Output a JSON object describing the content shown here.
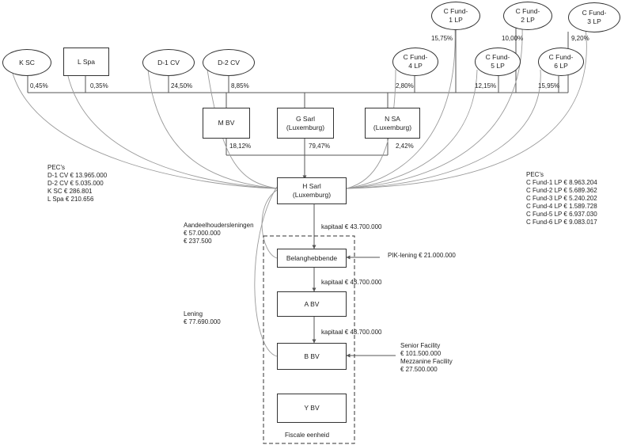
{
  "shareholders": {
    "k_sc": {
      "label": "K SC",
      "pct": "0,45%"
    },
    "l_spa": {
      "label": "L Spa",
      "pct": "0,35%"
    },
    "d1_cv": {
      "label": "D-1 CV",
      "pct": "24,50%"
    },
    "d2_cv": {
      "label": "D-2 CV",
      "pct": "8,85%"
    },
    "c_fund_1": {
      "line1": "C Fund-",
      "line2": "1 LP",
      "pct": "15,75%"
    },
    "c_fund_2": {
      "line1": "C Fund-",
      "line2": "2 LP",
      "pct": "10,00%"
    },
    "c_fund_3": {
      "line1": "C Fund-",
      "line2": "3 LP",
      "pct": "9,20%"
    },
    "c_fund_4": {
      "line1": "C Fund-",
      "line2": "4 LP",
      "pct": "2,80%"
    },
    "c_fund_5": {
      "line1": "C Fund-",
      "line2": "5 LP",
      "pct": "12,15%"
    },
    "c_fund_6": {
      "line1": "C Fund-",
      "line2": "6 LP",
      "pct": "15,95%"
    }
  },
  "entities": {
    "m_bv": {
      "label": "M BV",
      "pct": "18,12%"
    },
    "g_sarl": {
      "line1": "G Sarl",
      "line2": "(Luxemburg)",
      "pct": "79,47%"
    },
    "n_sa": {
      "line1": "N SA",
      "line2": "(Luxemburg)",
      "pct": "2,42%"
    },
    "h_sarl": {
      "line1": "H Sarl",
      "line2": "(Luxemburg)"
    },
    "belanghebbende": {
      "label": "Belanghebbende"
    },
    "a_bv": {
      "label": "A BV"
    },
    "b_bv": {
      "label": "B BV"
    },
    "y_bv": {
      "label": "Y BV"
    },
    "fiscale_eenheid": "Fiscale eenheid"
  },
  "pecs_left": {
    "title": "PEC's",
    "lines": [
      "D-1 CV € 13.965.000",
      "D-2 CV € 5.035.000",
      "K SC € 286.801",
      "L Spa € 210.656"
    ]
  },
  "pecs_right": {
    "title": "PEC's",
    "lines": [
      "C Fund-1 LP € 8.963.204",
      "C Fund-2 LP € 5.689.362",
      "C Fund-3 LP € 5.240.202",
      "C Fund-4 LP € 1.589.728",
      "C Fund-5 LP € 6.937.030",
      "C Fund-6 LP € 9.083.017"
    ]
  },
  "loans": {
    "aandeelhouders": [
      "Aandeelhoudersleningen",
      "€ 57.000.000",
      "€ 237.500"
    ],
    "lening": [
      "Lening",
      "€ 77.690.000"
    ],
    "pik": "PIK-lening € 21.000.000",
    "facilities": [
      "Senior Facility",
      "€ 101.500.000",
      "Mezzanine Facility",
      "€ 27.500.000"
    ]
  },
  "capital": {
    "h_to_bel": "kapitaal € 43.700.000",
    "bel_to_a": "kapitaal € 43.700.000",
    "a_to_b": "kapitaal € 43.700.000"
  },
  "colors": {
    "box_border": "#333333",
    "line": "#555555",
    "curve": "#9a9a9a",
    "dashed": "#333333"
  }
}
